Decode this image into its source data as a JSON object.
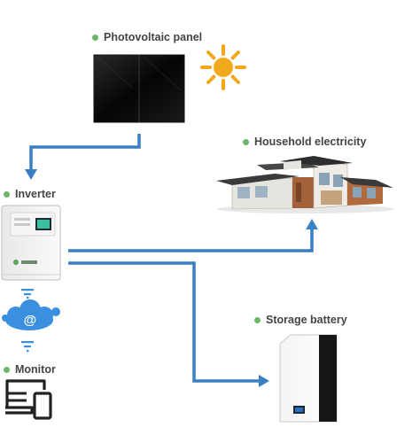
{
  "labels": {
    "pv": "Photovoltaic panel",
    "household": "Household electricity",
    "inverter": "Inverter",
    "storage": "Storage battery",
    "monitor": "Monitor"
  },
  "colors": {
    "arrow": "#3a7fc3",
    "dot": "#6bb56b",
    "sun": "#f2a81d",
    "wifi": "#3a8fe0"
  },
  "icons": {
    "sun": "sun-icon",
    "wifi_cloud": "wifi-cloud-icon",
    "monitor": "monitor-device-icon"
  }
}
